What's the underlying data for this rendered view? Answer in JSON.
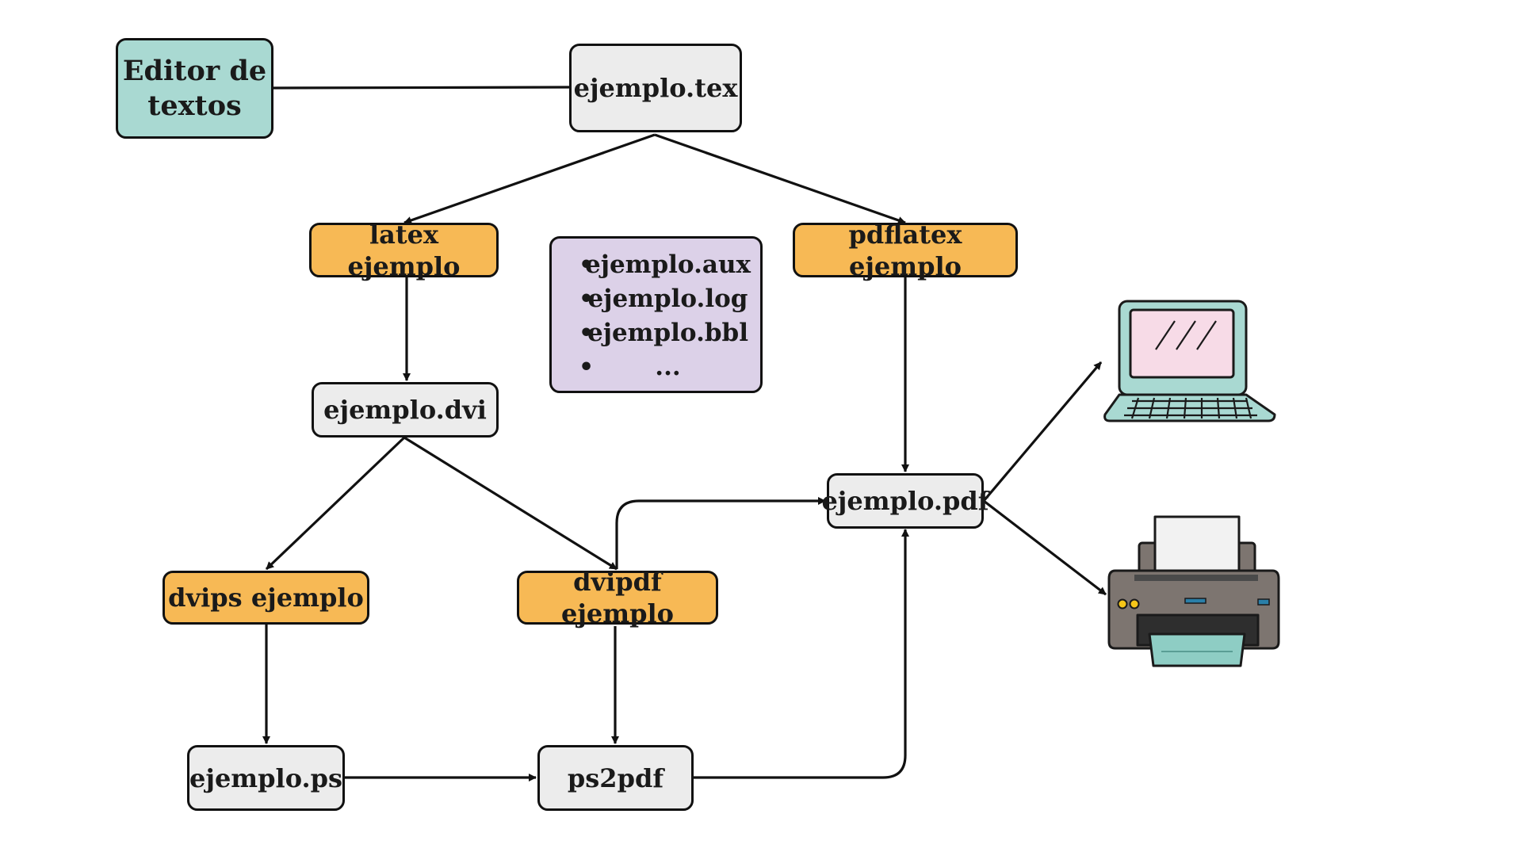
{
  "nodes": {
    "editor": "Editor de textos",
    "tex": "ejemplo.tex",
    "latex": "latex ejemplo",
    "pdflatex": "pdflatex ejemplo",
    "dvi": "ejemplo.dvi",
    "pdf": "ejemplo.pdf",
    "dvips": "dvips ejemplo",
    "dvipdf": "dvipdf ejemplo",
    "ps": "ejemplo.ps",
    "ps2pdf": "ps2pdf"
  },
  "aux_files": [
    "ejemplo.aux",
    "ejemplo.log",
    "ejemplo.bbl",
    "..."
  ],
  "icons": {
    "screen": "laptop-icon",
    "printer": "printer-icon"
  },
  "colors": {
    "file": "#ececec",
    "command": "#f7b955",
    "editor": "#a9d9d2",
    "aux": "#dcd1e8",
    "stroke": "#111111"
  }
}
